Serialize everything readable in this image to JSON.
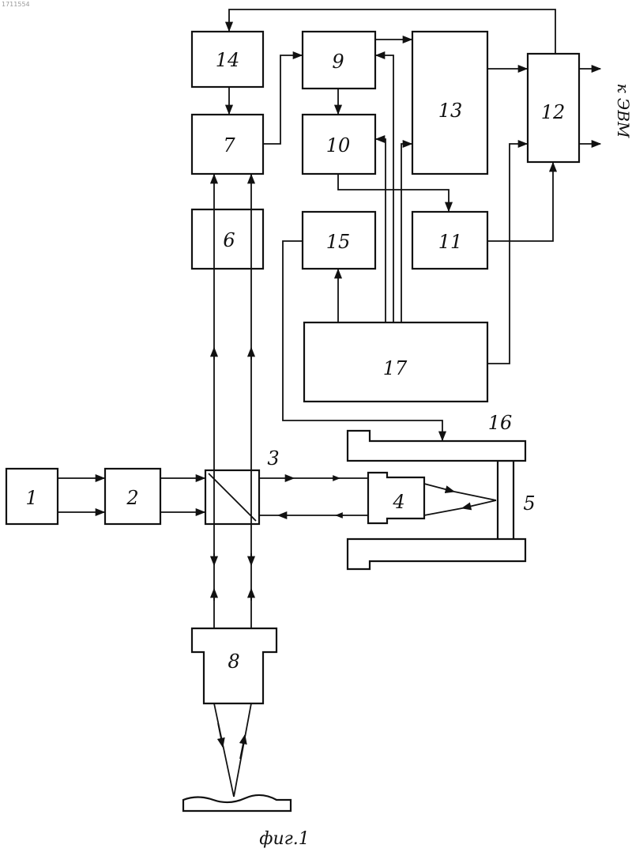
{
  "stamp": "1711554",
  "blocks": {
    "b1": "1",
    "b2": "2",
    "b3": "3",
    "b4": "4",
    "b5": "5",
    "b6": "6",
    "b7": "7",
    "b8": "8",
    "b9": "9",
    "b10": "10",
    "b11": "11",
    "b12": "12",
    "b13": "13",
    "b14": "14",
    "b15": "15",
    "b16": "16",
    "b17": "17"
  },
  "output_label": "к ЭВМ",
  "caption": "фиг.1"
}
